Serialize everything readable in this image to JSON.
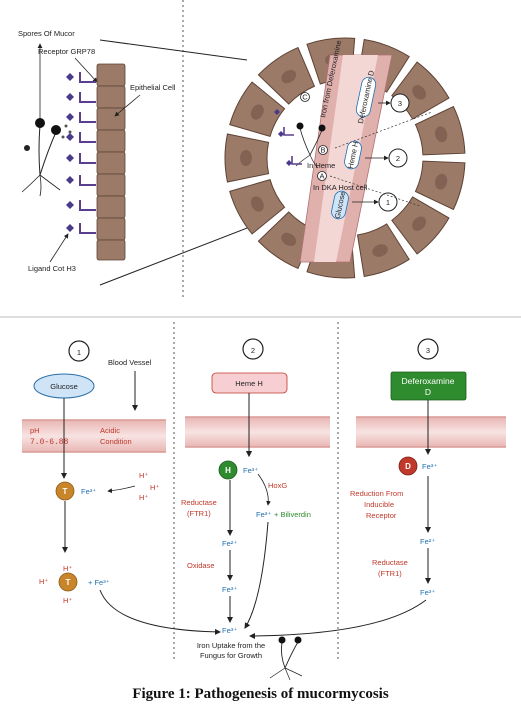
{
  "top": {
    "spores_label": "Spores Of Mucor",
    "receptor_label": "Receptor GRP78",
    "epithelial_label": "Epithelial Cell",
    "ligand_label": "Ligand Cot H3",
    "iron_from_defer": "Iron from Deferoxamine",
    "in_heme": "In Heme",
    "in_dka": "In DKA Host cell",
    "vessel_defer": "Deferoxamine D",
    "vessel_heme": "Heme H",
    "vessel_glucose": "Glucose",
    "markers": [
      "C",
      "B",
      "A"
    ],
    "callouts": [
      "3",
      "2",
      "1"
    ]
  },
  "panels": {
    "p1": {
      "num": "1",
      "blood_vessel": "Blood Vessel",
      "glucose": "Glucose",
      "ph_label": "pH",
      "ph_range": "7.0-6.88",
      "acidic": "Acidic",
      "condition": "Condition",
      "t": "T",
      "fe3": "Fe³⁺",
      "h": "H⁺"
    },
    "p2": {
      "num": "2",
      "box": "Heme H",
      "h": "H",
      "fe3": "Fe³⁺",
      "hoxg": "HoxG",
      "reductase": "Reductase",
      "ftr1": "(FTR1)",
      "fe2": "Fe²⁺",
      "oxidase": "Oxidase",
      "fe3b": "Fe³⁺",
      "fe3c": "Fe³⁺",
      "fe2b": "Fe²⁺",
      "biliverdin": "+ Biliverdin"
    },
    "p3": {
      "num": "3",
      "box_line1": "Deferoxamine",
      "box_line2": "D",
      "d": "D",
      "fe3": "Fe³⁺",
      "reduction1": "Reduction From",
      "reduction2": "Inducible",
      "reduction3": "Receptor",
      "fe2": "Fe²⁺",
      "reductase": "Reductase",
      "ftr1": "(FTR1)",
      "fe3b": "Fe³⁺"
    },
    "bottom": {
      "fe3": "Fe³⁺",
      "iron_uptake1": "Iron Uptake from the",
      "iron_uptake2": "Fungus for Growth"
    }
  },
  "caption": "Figure 1: Pathogenesis of mucormycosis",
  "colors": {
    "cell": "#9c7a68",
    "cell_dark": "#6e5041",
    "vessel": "#d9a4a0",
    "glucose_fill": "#cfe4f7",
    "heme_fill": "#f7cfd3",
    "defer_fill": "#2e8b2e",
    "t_fill": "#c9852a",
    "h_fill": "#2e8b2e",
    "d_fill": "#c0392b"
  }
}
